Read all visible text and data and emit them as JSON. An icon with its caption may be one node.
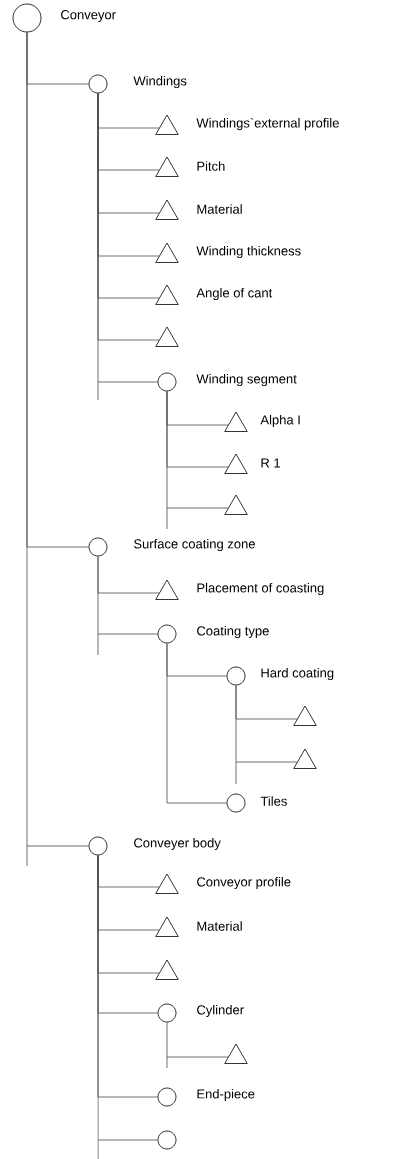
{
  "diagram": {
    "nodes": [
      {
        "text": [],
        "shape": "circle",
        "beside": [
          "Conveyor"
        ]
      },
      {
        "text": [],
        "shape": "circle",
        "beside": [
          "Windings"
        ]
      },
      {
        "text": [],
        "shape": "triangle",
        "beside": [
          "Windings`external profile"
        ]
      },
      {
        "text": [],
        "shape": "triangle",
        "beside": [
          "Pitch"
        ]
      },
      {
        "text": [],
        "shape": "triangle",
        "beside": [
          "Material"
        ]
      },
      {
        "text": [],
        "shape": "triangle",
        "beside": [
          "Winding thickness"
        ]
      },
      {
        "text": [],
        "shape": "triangle",
        "beside": [
          "Angle of cant"
        ]
      },
      {
        "text": [],
        "shape": "triangle"
      },
      {
        "text": [],
        "shape": "circle",
        "beside": [
          "Winding segment"
        ]
      },
      {
        "text": [],
        "shape": "triangle",
        "beside": [
          "Alpha I"
        ]
      },
      {
        "text": [],
        "shape": "triangle",
        "beside": [
          "R 1"
        ]
      },
      {
        "text": [],
        "shape": "triangle"
      },
      {
        "text": [],
        "shape": "circle",
        "beside": [
          "Surface coating zone"
        ]
      },
      {
        "text": [],
        "shape": "triangle",
        "beside": [
          "Placement of coasting"
        ]
      },
      {
        "text": [],
        "shape": "circle",
        "beside": [
          "Coating type"
        ]
      },
      {
        "text": [],
        "shape": "circle",
        "beside": [
          "Hard coating"
        ]
      },
      {
        "text": [],
        "shape": "triangle"
      },
      {
        "text": [],
        "shape": "triangle"
      },
      {
        "text": [],
        "shape": "circle",
        "beside": [
          "Tiles"
        ]
      },
      {
        "text": [],
        "shape": "circle",
        "beside": [
          "Conveyer body"
        ]
      },
      {
        "text": [],
        "shape": "triangle",
        "beside": [
          "Conveyor profile"
        ]
      },
      {
        "text": [],
        "shape": "triangle",
        "beside": [
          "Material"
        ]
      },
      {
        "text": [],
        "shape": "triangle"
      },
      {
        "text": [],
        "shape": "circle",
        "beside": [
          "Cylinder"
        ]
      },
      {
        "text": [],
        "shape": "triangle"
      },
      {
        "text": [],
        "shape": "circle",
        "beside": [
          "End-piece"
        ]
      },
      {
        "text": [],
        "shape": "circle"
      }
    ],
    "edges": [
      {
        "from": 0,
        "to": 1,
        "arrow": "none"
      },
      {
        "from": 1,
        "to": 2,
        "arrow": "none"
      },
      {
        "from": 1,
        "to": 3,
        "arrow": "none"
      },
      {
        "from": 1,
        "to": 4,
        "arrow": "none"
      },
      {
        "from": 1,
        "to": 5,
        "arrow": "none"
      },
      {
        "from": 1,
        "to": 6,
        "arrow": "none"
      },
      {
        "from": 1,
        "to": 7,
        "arrow": "none"
      },
      {
        "from": 1,
        "to": 8,
        "arrow": "none"
      },
      {
        "from": 8,
        "to": 9,
        "arrow": "none"
      },
      {
        "from": 8,
        "to": 10,
        "arrow": "none"
      },
      {
        "from": 8,
        "to": 11,
        "arrow": "none"
      },
      {
        "from": 0,
        "to": 12,
        "arrow": "none"
      },
      {
        "from": 12,
        "to": 13,
        "arrow": "none"
      },
      {
        "from": 12,
        "to": 14,
        "arrow": "none"
      },
      {
        "from": 14,
        "to": 15,
        "arrow": "none"
      },
      {
        "from": 15,
        "to": 16,
        "arrow": "none"
      },
      {
        "from": 15,
        "to": 17,
        "arrow": "none"
      },
      {
        "from": 14,
        "to": 18,
        "arrow": "none"
      },
      {
        "from": 0,
        "to": 19,
        "arrow": "none"
      },
      {
        "from": 19,
        "to": 20,
        "arrow": "none"
      },
      {
        "from": 19,
        "to": 21,
        "arrow": "none"
      },
      {
        "from": 19,
        "to": 22,
        "arrow": "none"
      },
      {
        "from": 19,
        "to": 23,
        "arrow": "none"
      },
      {
        "from": 23,
        "to": 24,
        "arrow": "none"
      },
      {
        "from": 19,
        "to": 25,
        "arrow": "none"
      },
      {
        "from": 19,
        "to": 26,
        "arrow": "none"
      }
    ]
  }
}
